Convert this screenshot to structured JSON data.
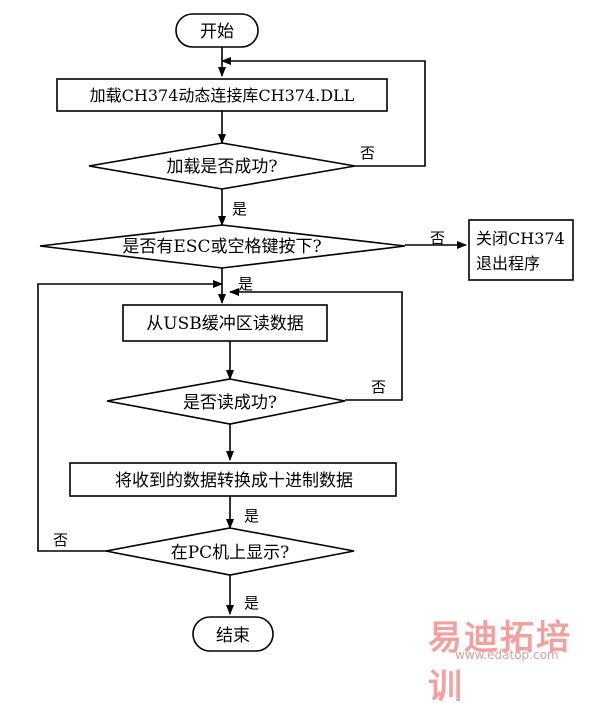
{
  "nodes": {
    "start": "开始",
    "load_dll": "加载CH374动态连接库CH374.DLL",
    "load_ok": "加载是否成功?",
    "esc_check": "是否有ESC或空格键按下?",
    "close_exit_1": "关闭CH374",
    "close_exit_2": "退出程序",
    "read_buffer": "从USB缓冲区读数据",
    "read_ok": "是否读成功?",
    "convert": "将收到的数据转换成十进制数据",
    "display_pc": "在PC机上显示?",
    "end": "结束"
  },
  "edge_labels": {
    "load_no": "否",
    "load_yes": "是",
    "esc_yes": "否",
    "esc_no": "是",
    "read_no": "否",
    "convert_yes": "是",
    "display_no": "否",
    "display_yes": "是"
  },
  "watermark": {
    "text": "易迪拓培训",
    "url": "www.edatop.com"
  }
}
